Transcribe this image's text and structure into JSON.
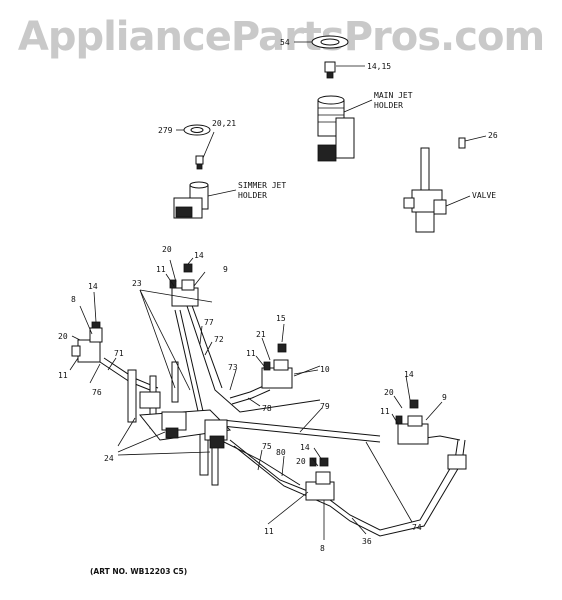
{
  "watermark": "AppliancePartsPros.com",
  "art_number": "(ART NO. WB12203 C5)",
  "labels": {
    "n54": "54",
    "n14_15": "14,15",
    "main_jet": "MAIN JET",
    "holder": "HOLDER",
    "n279": "279",
    "n20_21": "20,21",
    "simmer_jet": "SIMMER JET",
    "n26": "26",
    "valve": "VALVE",
    "n20": "20",
    "n14": "14",
    "n11": "11",
    "n9": "9",
    "n23": "23",
    "n8": "8",
    "n77": "77",
    "n72": "72",
    "n71": "71",
    "n76": "76",
    "n15": "15",
    "n21": "21",
    "n10": "10",
    "n73": "73",
    "n78": "78",
    "n79": "79",
    "n24": "24",
    "n75": "75",
    "n80": "80",
    "n74": "74",
    "n36": "36"
  }
}
